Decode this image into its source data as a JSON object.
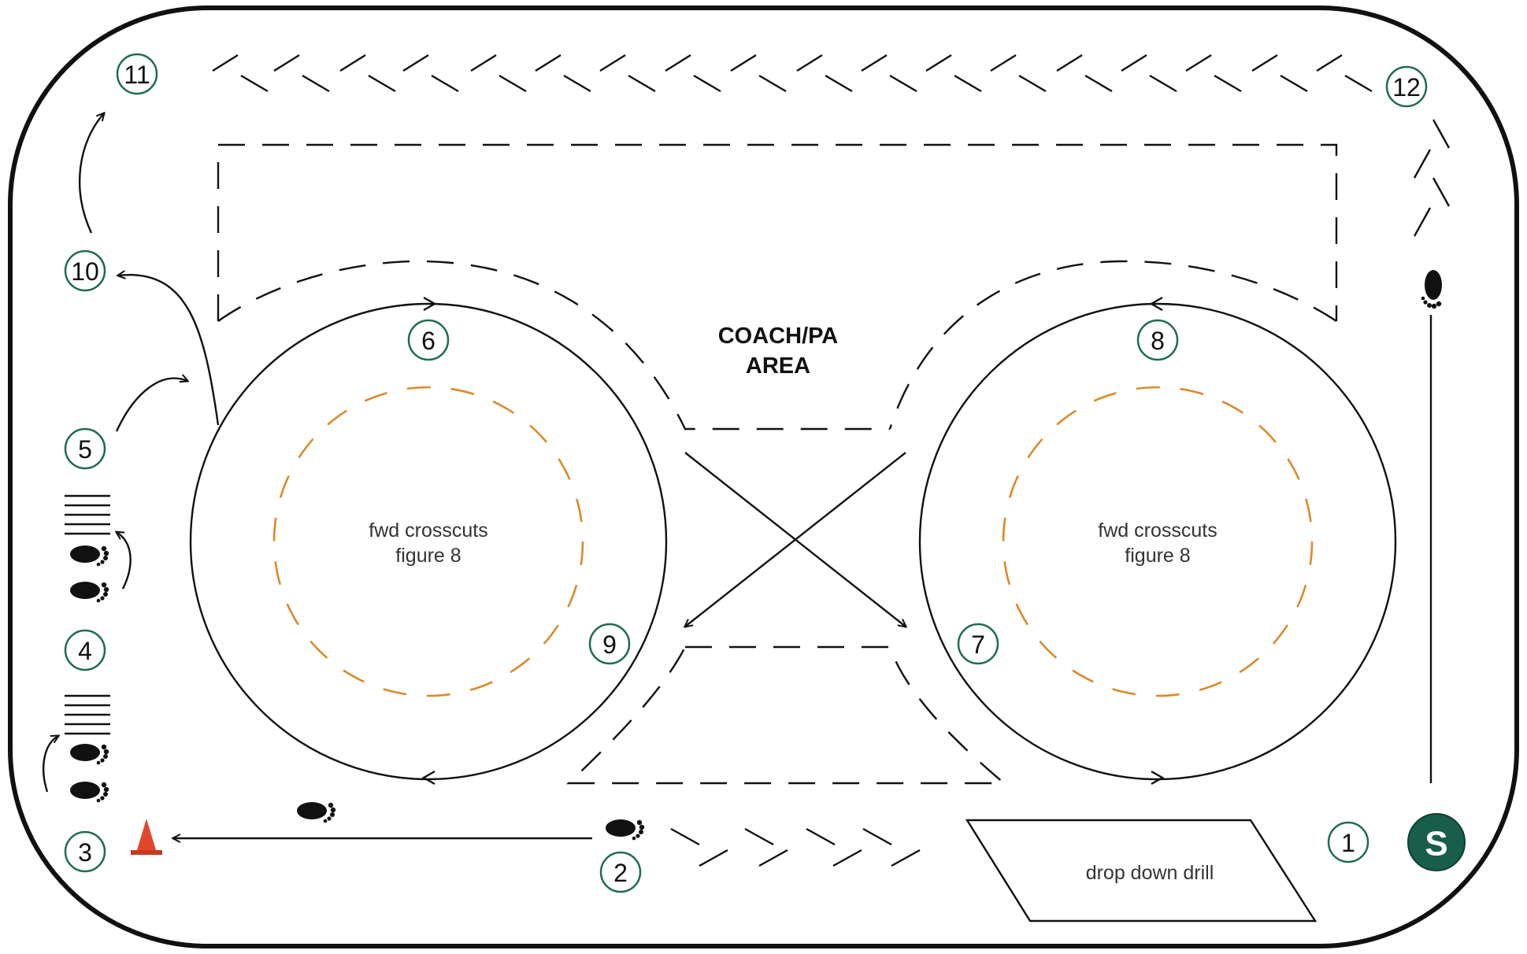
{
  "colors": {
    "station_ring": "#1f6b55",
    "start_fill": "#185e4b",
    "inner_dash": "#d98a2b",
    "cone": "#e2462b",
    "line": "#111111"
  },
  "stations": [
    "1",
    "2",
    "3",
    "4",
    "5",
    "6",
    "7",
    "8",
    "9",
    "10",
    "11",
    "12"
  ],
  "start_label": "S",
  "area_label_line1": "COACH/PA",
  "area_label_line2": "AREA",
  "left_circle_text": {
    "line1": "fwd crosscuts",
    "line2": "figure 8"
  },
  "right_circle_text": {
    "line1": "fwd crosscuts",
    "line2": "figure 8"
  },
  "drill_label": "drop down drill",
  "icons": [
    "footprint-icon",
    "cone-icon",
    "ladder-icon",
    "start-marker-icon"
  ]
}
